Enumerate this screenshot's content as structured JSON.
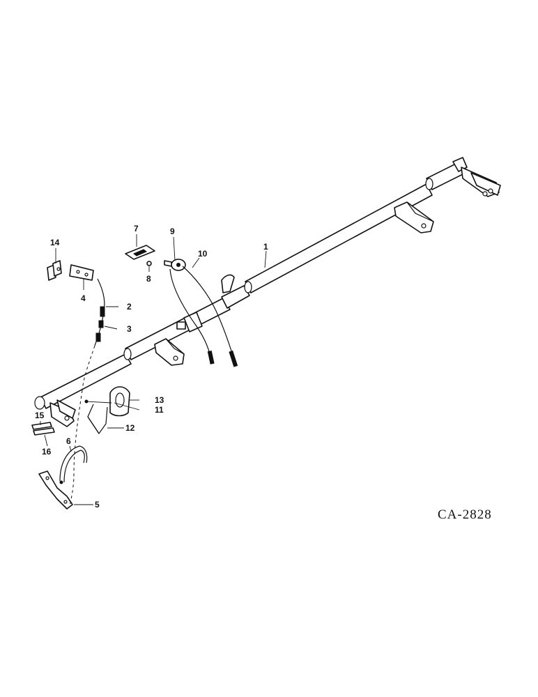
{
  "figure_ref": "CA-2828",
  "callouts": {
    "c1": "1",
    "c2": "2",
    "c3": "3",
    "c4": "4",
    "c5": "5",
    "c6": "6",
    "c7": "7",
    "c8": "8",
    "c9": "9",
    "c10": "10",
    "c11": "11",
    "c12": "12",
    "c13": "13",
    "c14": "14",
    "c15": "15",
    "c16": "16"
  }
}
